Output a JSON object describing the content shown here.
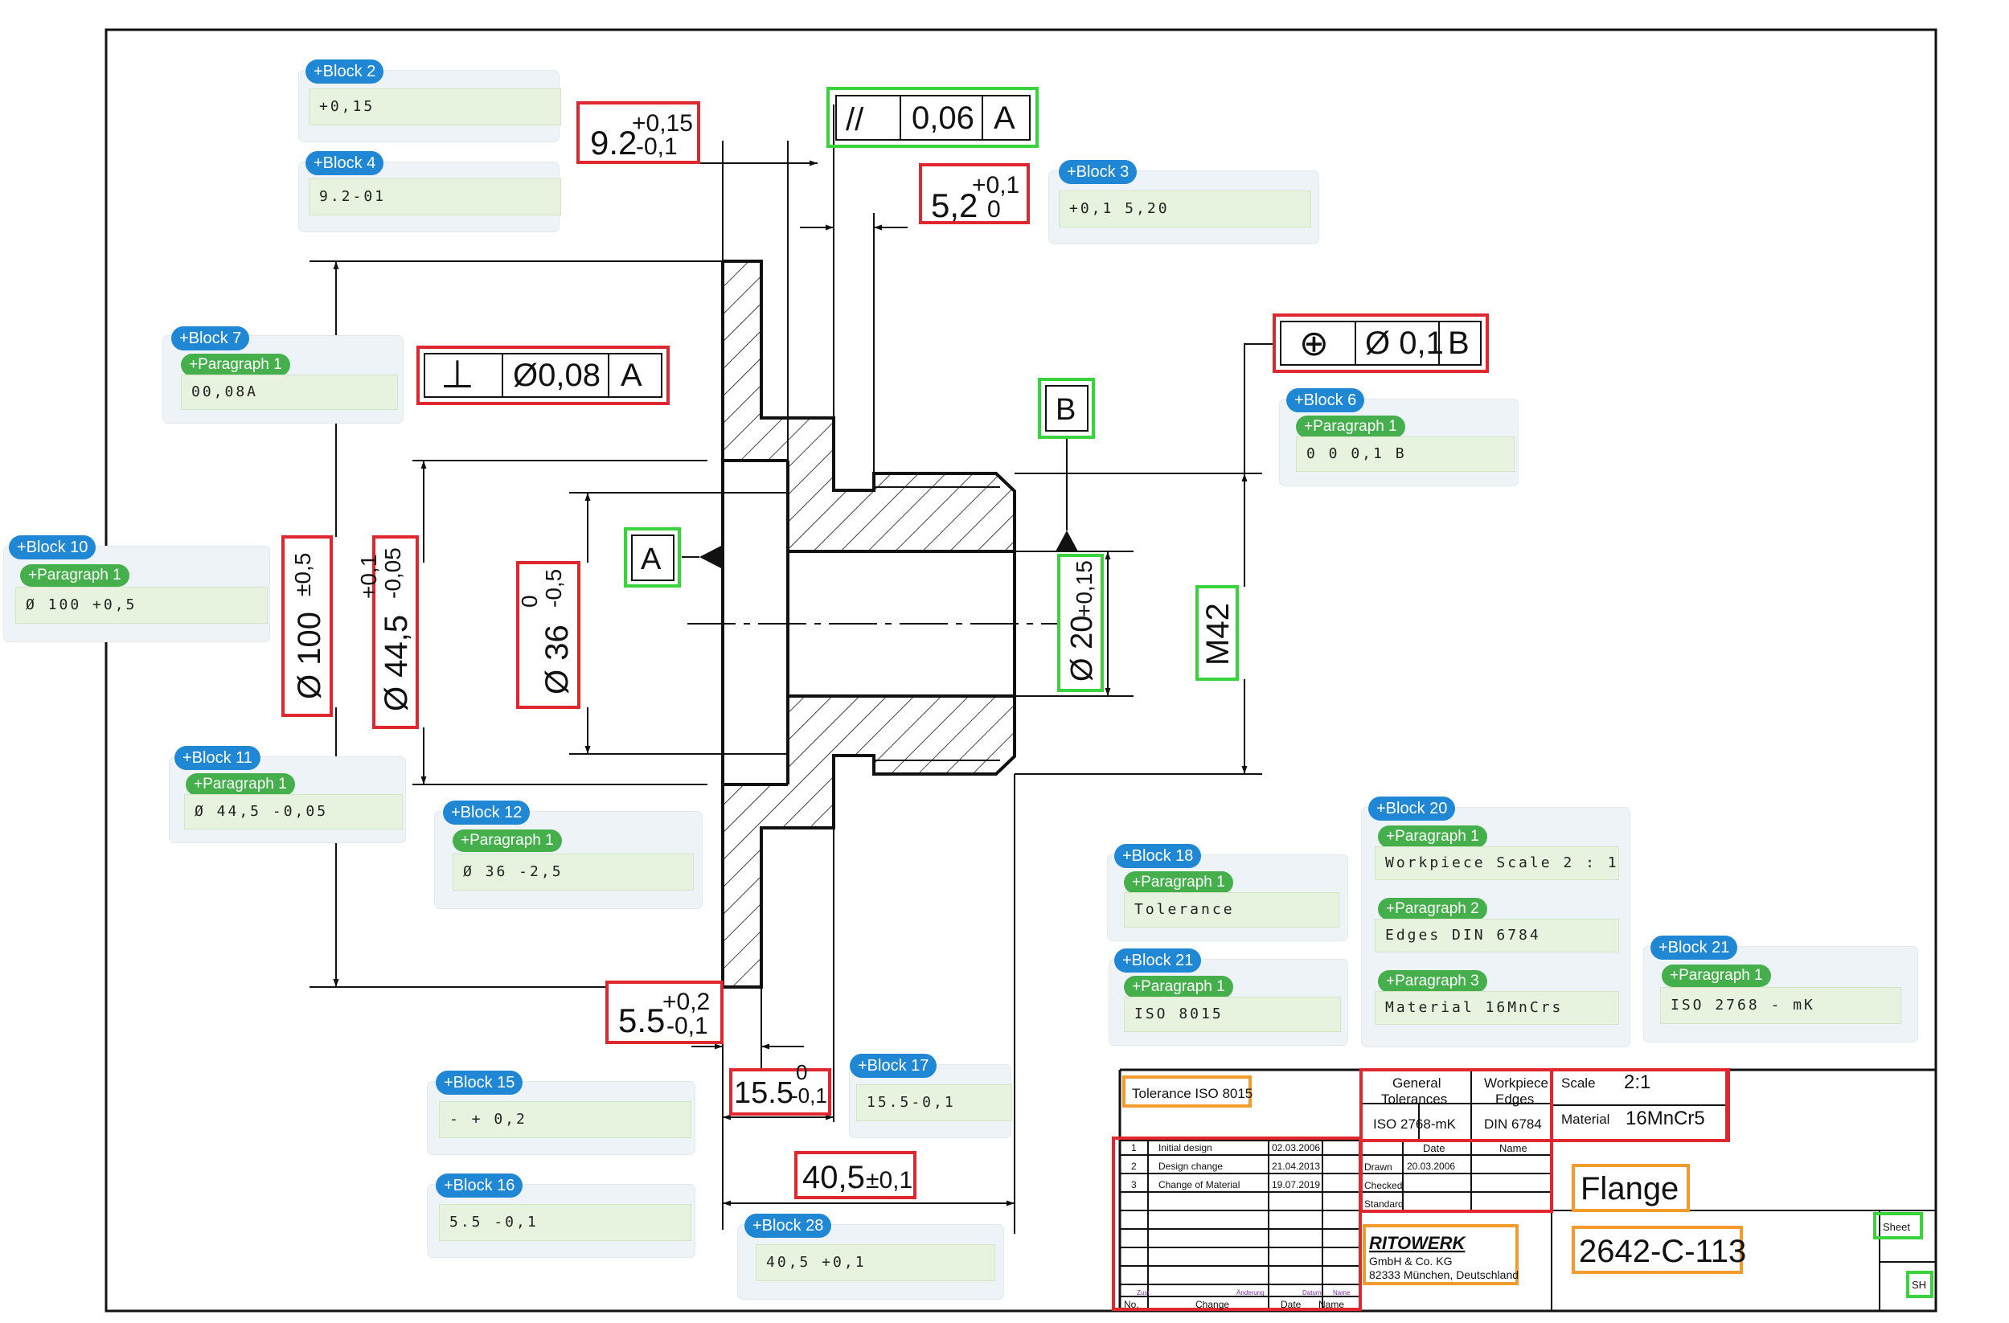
{
  "dims": {
    "d9_2": {
      "main": "9.2",
      "upper": "+0,15",
      "lower": "-0,1"
    },
    "d5_2": {
      "main": "5,2",
      "upper": "+0,1",
      "lower": "0"
    },
    "d100": {
      "main": "Ø 100",
      "tol": "±0,5"
    },
    "d44_5": {
      "main": "Ø 44,5",
      "upper": "+0,1",
      "lower": "-0,05"
    },
    "d36": {
      "main": "Ø 36",
      "upper": "0",
      "lower": "-0,5"
    },
    "d20": {
      "main": "Ø 20",
      "tol": "+0,15"
    },
    "m42": {
      "main": "M42"
    },
    "d5_5": {
      "main": "5.5",
      "upper": "+0,2",
      "lower": "-0,1"
    },
    "d15_5": {
      "main": "15.5",
      "upper": "0",
      "lower": "-0,1"
    },
    "d40_5": {
      "main": "40,5",
      "tol": "±0,1"
    }
  },
  "gdt": {
    "parallel": {
      "symbol": "//",
      "value": "0,06",
      "datum": "A"
    },
    "perpendicular": {
      "symbol": "⊥",
      "value": "Ø0,08",
      "datum": "A"
    },
    "position": {
      "symbol": "⊕",
      "value": "Ø 0,1",
      "datum": "B"
    }
  },
  "datums": {
    "a": "A",
    "b": "B"
  },
  "blocks": {
    "b2": {
      "tag": "+Block 2",
      "text": "+0,15"
    },
    "b4": {
      "tag": "+Block 4",
      "text": "9.2-01"
    },
    "b3": {
      "tag": "+Block 3",
      "text": "+0,1 5,20"
    },
    "b7": {
      "tag": "+Block 7",
      "para": "+Paragraph 1",
      "text": "00,08A"
    },
    "b6": {
      "tag": "+Block 6",
      "para": "+Paragraph 1",
      "text": "0 0 0,1 B"
    },
    "b10": {
      "tag": "+Block 10",
      "para": "+Paragraph 1",
      "text": "Ø 100 +0,5"
    },
    "b11": {
      "tag": "+Block 11",
      "para": "+Paragraph 1",
      "text": "Ø 44,5 -0,05"
    },
    "b12": {
      "tag": "+Block 12",
      "para": "+Paragraph 1",
      "text": "Ø 36 -2,5"
    },
    "b15": {
      "tag": "+Block 15",
      "text": "- + 0,2"
    },
    "b16": {
      "tag": "+Block 16",
      "text": "5.5 -0,1"
    },
    "b17": {
      "tag": "+Block 17",
      "text": "15.5-0,1"
    },
    "b28": {
      "tag": "+Block 28",
      "text": "40,5 +0,1"
    },
    "b18": {
      "tag": "+Block 18",
      "para": "+Paragraph 1",
      "text": "Tolerance"
    },
    "b21a": {
      "tag": "+Block 21",
      "para": "+Paragraph 1",
      "text": "ISO 8015"
    },
    "b20": {
      "tag": "+Block 20",
      "p1": "+Paragraph 1",
      "t1": "Workpiece Scale 2 : 1",
      "p2": "+Paragraph 2",
      "t2": "Edges DIN 6784",
      "p3": "+Paragraph 3",
      "t3": "Material 16MnCrs"
    },
    "b21b": {
      "tag": "+Block 21",
      "para": "+Paragraph 1",
      "text": "ISO 2768 - mK"
    }
  },
  "title_block": {
    "tolerance": "Tolerance ISO 8015",
    "general_tol_1": "General",
    "general_tol_2": "Tolerances",
    "general_tol_val": "ISO 2768-mK",
    "wp_edges_1": "Workpiece",
    "wp_edges_2": "Edges",
    "wp_edges_val": "DIN 6784",
    "scale_label": "Scale",
    "scale_val": "2:1",
    "material_label": "Material",
    "material_val": "16MnCr5",
    "revisions": [
      {
        "no": "1",
        "change": "Initial design",
        "date": "02.03.2006"
      },
      {
        "no": "2",
        "change": "Design change",
        "date": "21.04.2013"
      },
      {
        "no": "3",
        "change": "Change of Material",
        "date": "19.07.2019"
      }
    ],
    "rev_footer": {
      "no": "No.",
      "zust": "Zust",
      "change": "Change",
      "aend": "Änderung",
      "date": "Date",
      "datum": "Datum",
      "name": "Name",
      "name_de": "Name"
    },
    "date_hdr": "Date",
    "name_hdr": "Name",
    "drawn": "Drawn",
    "drawn_date": "20.03.2006",
    "checked": "Checked",
    "standard": "Standard",
    "company_name": "RITOWERK",
    "company_line1": "GmbH & Co. KG",
    "company_line2": "82333 München, Deutschland",
    "part_name": "Flange",
    "part_no": "2642-C-113",
    "sheet": "Sheet",
    "sh": "SH"
  },
  "colors": {
    "red": "#e0262f",
    "green": "#39d43c",
    "orange": "#f39a2c",
    "blue": "#1f87d3",
    "pgreen": "#45b04b"
  }
}
